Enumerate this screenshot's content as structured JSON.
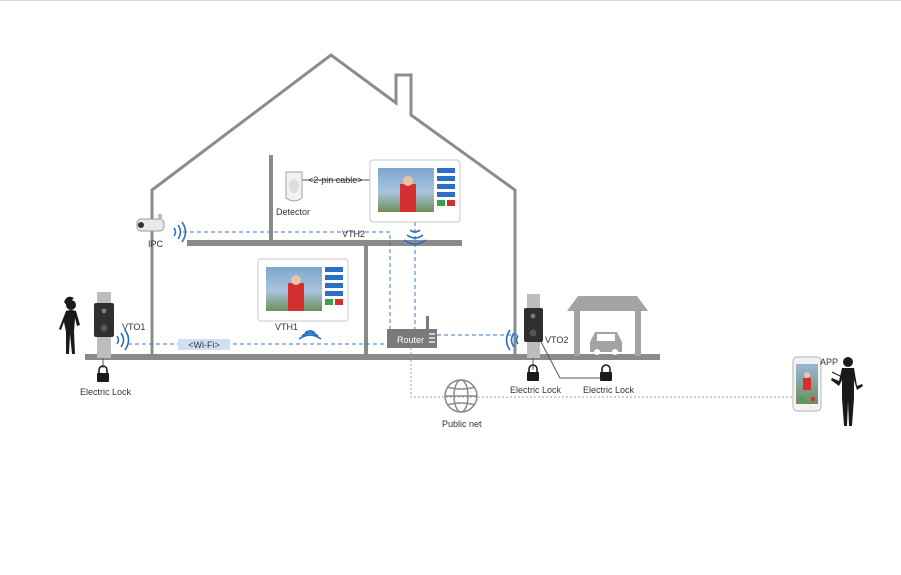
{
  "diagram": {
    "labels": {
      "ipc": "IPC",
      "detector": "Detector",
      "cable": "<2-pin cable>",
      "vth2": "VTH2",
      "vth1": "VTH1",
      "vto1": "VTO1",
      "vto2": "VTO2",
      "wifi": "<Wi-Fi>",
      "router": "Router",
      "lock1": "Electric Lock",
      "lock2": "Electric Lock",
      "lock3": "Electric Lock",
      "public_net": "Public net",
      "app": "APP"
    },
    "colors": {
      "house_outline": "#8c8c8c",
      "floor": "#8a8a8a",
      "link_dashed": "#3a78c9",
      "internet_line": "#a6a6a6",
      "wifi_signal": "#2a6fc4",
      "wifi_bar": "#cfe0f3",
      "router_body": "#7a7a7a",
      "garage": "#a3a3a3"
    },
    "icons": [
      "camera-icon",
      "detector-icon",
      "monitor-icon",
      "door-station-icon",
      "router-icon",
      "padlock-icon",
      "globe-icon",
      "phone-icon",
      "car-icon",
      "person-icon",
      "wifi-icon"
    ]
  }
}
